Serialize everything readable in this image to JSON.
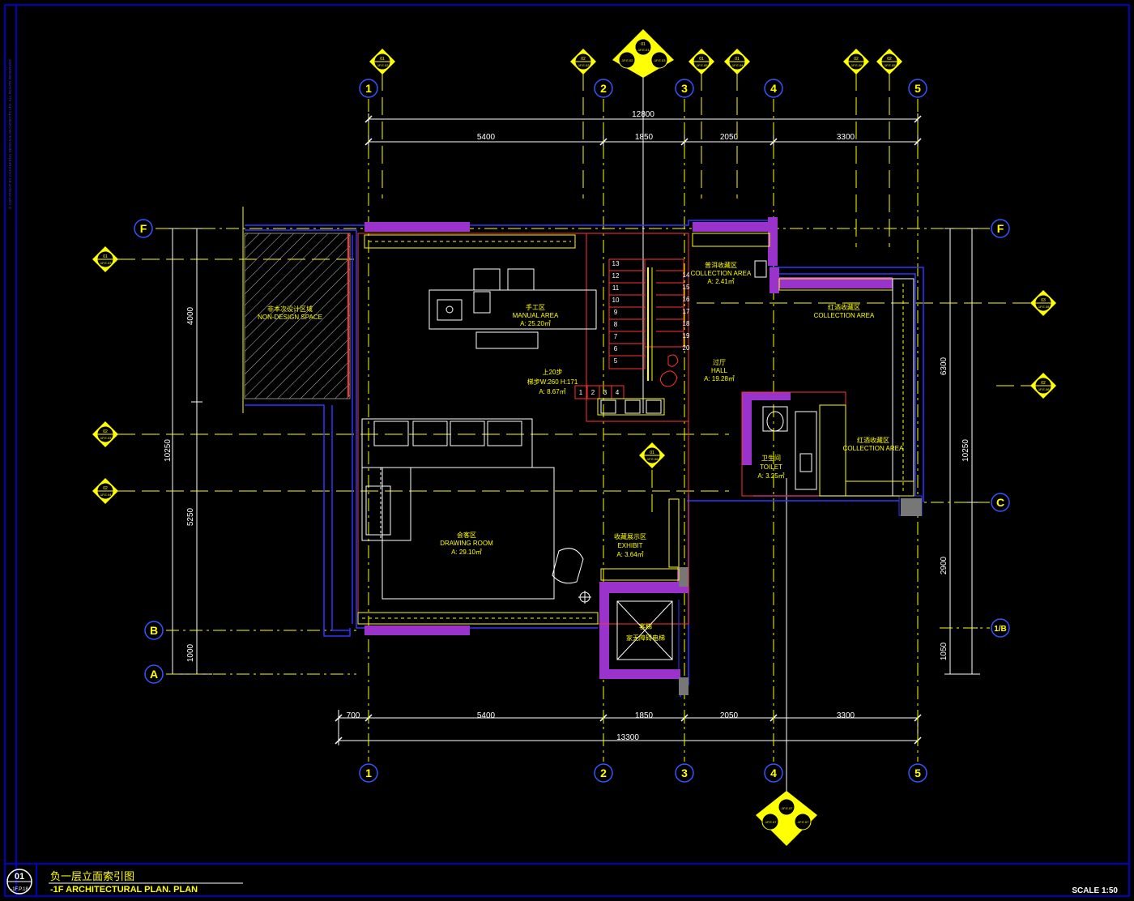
{
  "colors": {
    "background": "#000000",
    "frame": "#0000ff",
    "grid_axis": "#ffff00",
    "dimension": "#ffffff",
    "wall": "#3333ff",
    "wall_fill": "#9933cc",
    "stairs": "#ff3333",
    "furniture": "#ffffff",
    "accent_red": "#ff3333",
    "title_text": "#ffff00"
  },
  "copyright": "© COPYRIGHT BY CHJIANFENG DESIGN & ARCHITECTS LTD. ALL RIGHTS RESERVED",
  "grid_columns": [
    "1",
    "2",
    "3",
    "4",
    "5"
  ],
  "grid_rows": {
    "F": "F",
    "C": "C",
    "B": "B",
    "A": "A",
    "1_B": "1/B"
  },
  "dimensions": {
    "top_total": "12800",
    "top_segments": [
      "5400",
      "1850",
      "2050",
      "3300"
    ],
    "bottom_segments": [
      "700",
      "5400",
      "1850",
      "2050",
      "3300"
    ],
    "bottom_total": "13300",
    "left_segments": [
      "4000",
      "10250",
      "5250",
      "1000"
    ],
    "right_segments": [
      "6300",
      "10250",
      "2900",
      "1050"
    ]
  },
  "rooms": {
    "non_design": {
      "cn": "非本次设计区域",
      "en": "NON-DESIGN SPACE"
    },
    "manual": {
      "cn": "手工区",
      "en": "MANUAL AREA",
      "area": "A: 25.20㎡"
    },
    "collection1": {
      "cn": "普洱收藏区",
      "en": "COLLECTION AREA",
      "area": "A: 2.41㎡"
    },
    "collection2": {
      "cn": "红酒收藏区",
      "en": "COLLECTION AREA"
    },
    "collection3": {
      "cn": "红酒收藏区",
      "en": "COLLECTION AREA"
    },
    "stairs": {
      "line1": "上20步",
      "line2": "梯步W:260 H:171",
      "area": "A: 8.67㎡"
    },
    "hall": {
      "cn": "过厅",
      "en": "HALL",
      "area": "A: 19.28㎡"
    },
    "toilet": {
      "cn": "卫生间",
      "en": "TOILET",
      "area": "A: 3.25㎡"
    },
    "drawing": {
      "cn": "会客区",
      "en": "DRAWING ROOM",
      "area": "A: 29.10㎡"
    },
    "exhibit": {
      "cn": "收藏展示区",
      "en": "EXHIBIT",
      "area": "A: 3.64㎡"
    },
    "elevator": {
      "cn": "客梯",
      "en": "家无障碍电梯"
    }
  },
  "stair_steps_left": [
    "13",
    "12",
    "11",
    "10",
    "9",
    "8",
    "7",
    "6",
    "5"
  ],
  "stair_steps_right": [
    "14",
    "15",
    "16",
    "17",
    "18",
    "19",
    "20"
  ],
  "stair_steps_bottom": [
    "1",
    "2",
    "3",
    "4"
  ],
  "elevation_markers": {
    "e1": {
      "num": "01",
      "ref": "-1F.E.02"
    },
    "e2": {
      "num": "02",
      "ref": "-1F.E.02"
    },
    "e3": {
      "num": "01",
      "ref": "-1F.E.01"
    },
    "e4": {
      "num": "03",
      "ref": "-1F.E.03"
    },
    "e5": {
      "num": "01",
      "ref": "-1F.E.05"
    },
    "e6": {
      "num": "01",
      "ref": "-1F.E.04"
    },
    "e7": {
      "num": "02",
      "ref": "-1F.E.06"
    },
    "e8": {
      "num": "02",
      "ref": "-1F.E.05"
    },
    "e9": {
      "num": "01",
      "ref": "-1F.E.03"
    },
    "e10": {
      "num": "02",
      "ref": "-1F.E.03"
    },
    "e11": {
      "num": "02",
      "ref": "-1F.E.04"
    },
    "e12": {
      "num": "01",
      "ref": "-1F.E.06"
    },
    "e13": {
      "num": "03",
      "ref": "-1F.E.05"
    },
    "e14": {
      "num": "02",
      "ref": "-1F.E.06"
    },
    "e15": {
      "num": "01",
      "ref": "-1F.E.07"
    },
    "e16": {
      "num": "02",
      "ref": "-1F.E.07"
    },
    "e17": {
      "num": "03",
      "ref": "-1F.E.07"
    }
  },
  "title_block": {
    "sheet_num": "01",
    "sheet_ref": "-1F.P.18",
    "title_cn": "负一层立面索引图",
    "title_en": "-1F ARCHITECTURAL PLAN. PLAN",
    "scale": "SCALE 1:50"
  }
}
